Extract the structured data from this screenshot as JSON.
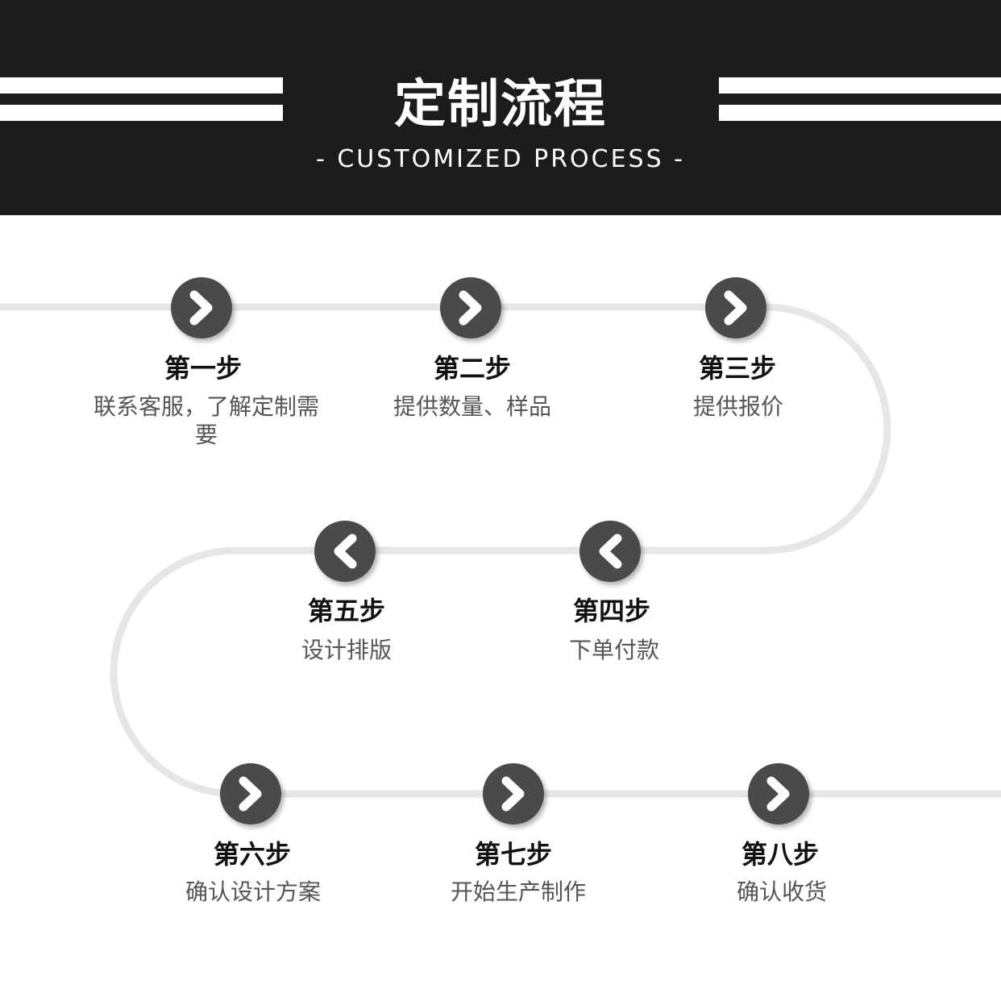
{
  "header": {
    "title": "定制流程",
    "subtitle": "- CUSTOMIZED PROCESS -"
  },
  "colors": {
    "header_bg": "#1c1c1c",
    "track": "#e6e6e6",
    "button_bg": "#4a4a4a",
    "icon": "#ffffff"
  },
  "steps": [
    {
      "title": "第一步",
      "desc": "联系客服，了解定制需要",
      "icon": "chevron-right-icon"
    },
    {
      "title": "第二步",
      "desc": "提供数量、样品",
      "icon": "chevron-right-icon"
    },
    {
      "title": "第三步",
      "desc": "提供报价",
      "icon": "chevron-right-icon"
    },
    {
      "title": "第四步",
      "desc": "下单付款",
      "icon": "chevron-left-icon"
    },
    {
      "title": "第五步",
      "desc": "设计排版",
      "icon": "chevron-left-icon"
    },
    {
      "title": "第六步",
      "desc": "确认设计方案",
      "icon": "chevron-right-icon"
    },
    {
      "title": "第七步",
      "desc": "开始生产制作",
      "icon": "chevron-right-icon"
    },
    {
      "title": "第八步",
      "desc": "确认收货",
      "icon": "chevron-right-icon"
    }
  ]
}
